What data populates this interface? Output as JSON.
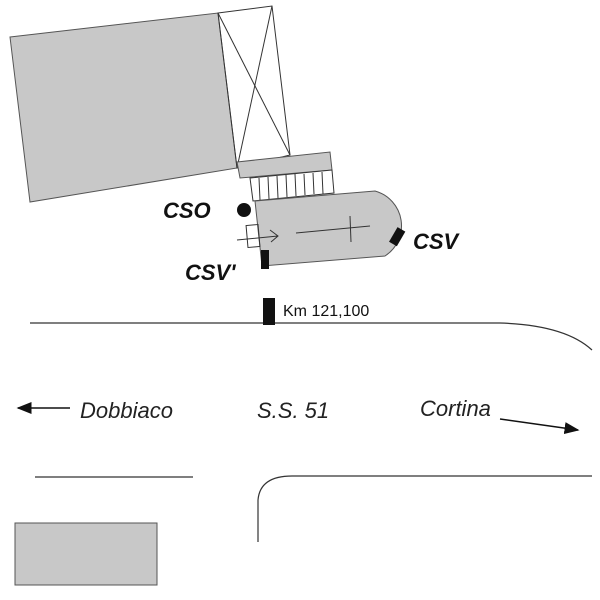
{
  "labels": {
    "cso": "CSO",
    "csv": "CSV",
    "csv_prime": "CSV'",
    "km_marker": "Km 121,100",
    "road_name": "S.S. 51",
    "dir_left": "Dobbiaco",
    "dir_right": "Cortina"
  },
  "colors": {
    "fill": "#c8c8c8",
    "stroke": "#333333"
  }
}
